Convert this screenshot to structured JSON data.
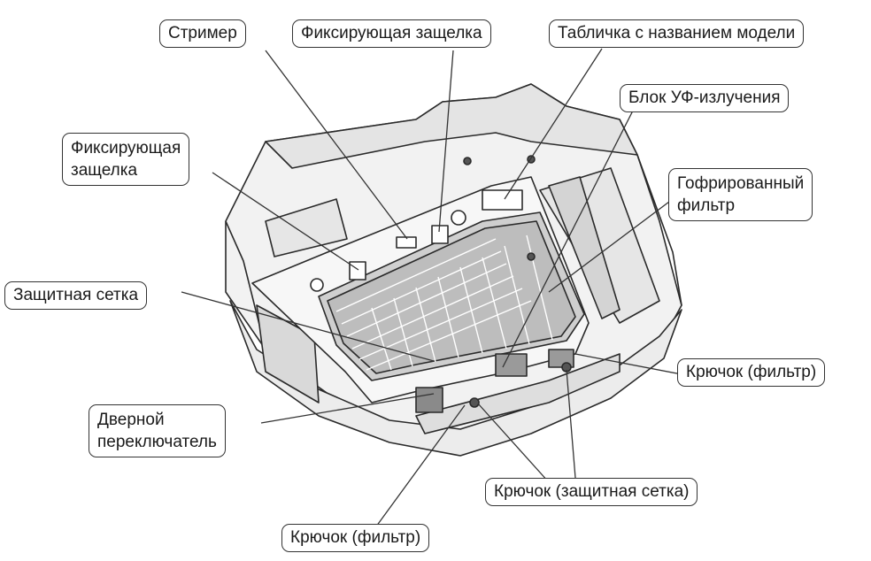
{
  "callouts": {
    "streamer": "Стример",
    "latch_top": "Фиксирующая защелка",
    "nameplate": "Табличка с названием модели",
    "uv_unit": "Блок УФ-излучения",
    "latch_left": [
      "Фиксирующая",
      "защелка"
    ],
    "pleated_filter": [
      "Гофрированный",
      "фильтр"
    ],
    "protective_net": "Защитная сетка",
    "hook_filter_right": "Крючок (фильтр)",
    "door_switch": [
      "Дверной",
      "переключатель"
    ],
    "hook_net": "Крючок (защитная сетка)",
    "hook_filter_bottom": "Крючок (фильтр)"
  }
}
